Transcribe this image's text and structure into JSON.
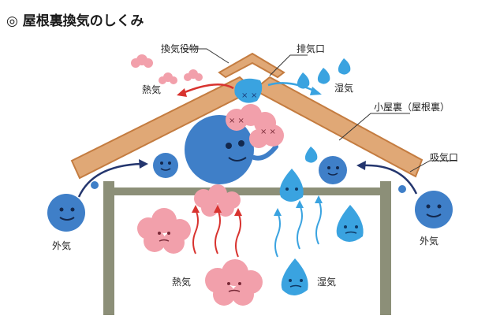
{
  "title": "◎ 屋根裏換気のしくみ",
  "labels": {
    "vent_fixture": "換気役物",
    "exhaust_port": "排気口",
    "heat_top": "熱気",
    "humidity_top": "湿気",
    "attic": "小屋裏（屋根裏）",
    "intake_port": "吸気口",
    "outside_left": "外気",
    "outside_right": "外気",
    "heat_bottom": "熱気",
    "humidity_bottom": "湿気"
  },
  "colors": {
    "roof": "#e0a876",
    "roof_edge": "#c47c40",
    "wall": "#8c8f78",
    "air_blue": "#3f7fc8",
    "heat_pink": "#f2a0ab",
    "moisture_blue": "#3aa3e0",
    "arrow_red": "#d8332f",
    "arrow_navy": "#24366e",
    "arrow_cyan": "#3aa3e0"
  }
}
